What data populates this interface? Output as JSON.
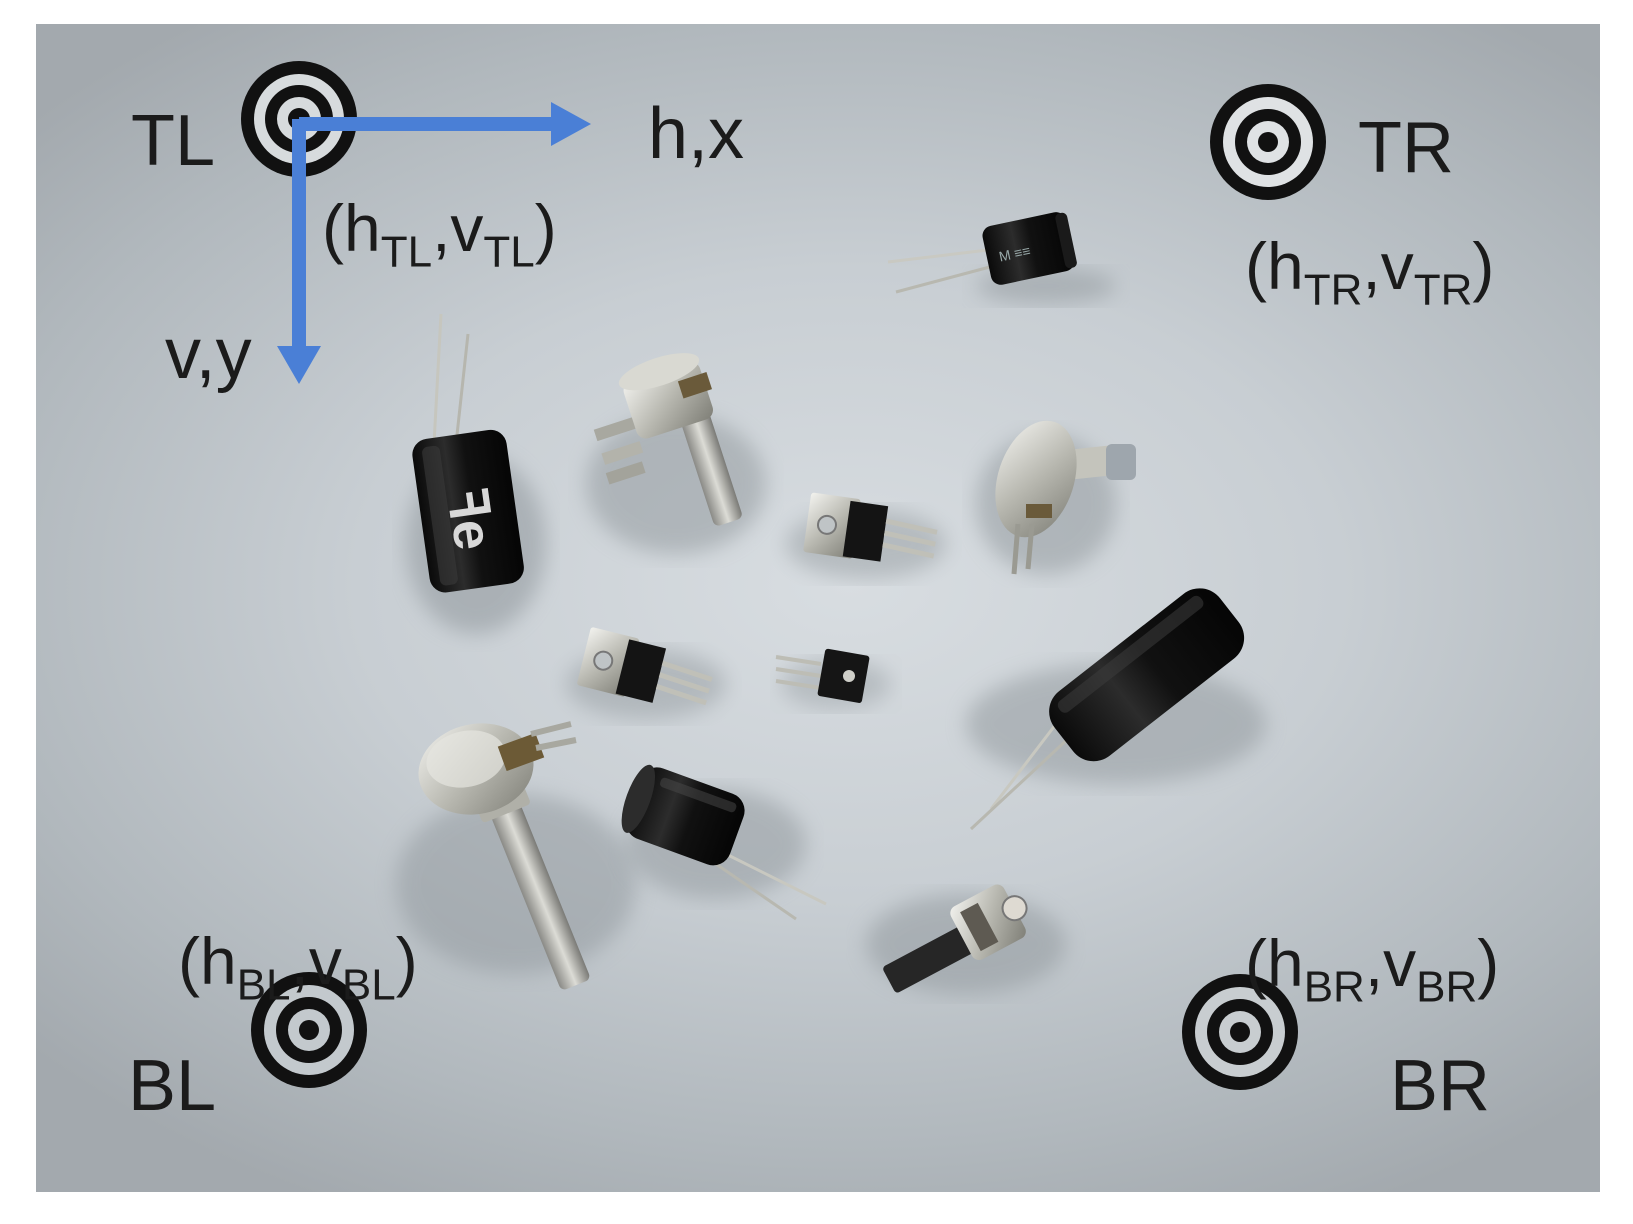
{
  "markers": {
    "top_left": {
      "label": "TL",
      "h": "h",
      "v": "v",
      "sub": "TL"
    },
    "top_right": {
      "label": "TR",
      "h": "h",
      "v": "v",
      "sub": "TR"
    },
    "bottom_left": {
      "label": "BL",
      "h": "h",
      "v": "v",
      "sub": "BL"
    },
    "bottom_right": {
      "label": "BR",
      "h": "h",
      "v": "v",
      "sub": "BR"
    }
  },
  "axes": {
    "horizontal_label": "h,x",
    "vertical_label": "v,y",
    "arrow_color": "#4a7fd6"
  },
  "punctuation": {
    "open": "(",
    "comma": ",",
    "close": ")"
  },
  "scene": {
    "objects": [
      "capacitor",
      "capacitor",
      "capacitor",
      "capacitor",
      "potentiometer",
      "potentiometer",
      "potentiometer",
      "potentiometer",
      "voltage-regulator",
      "voltage-regulator",
      "transistor"
    ],
    "marker_style": "concentric-rings-target"
  }
}
